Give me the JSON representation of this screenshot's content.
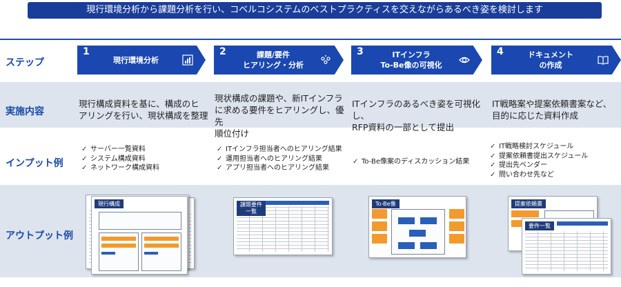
{
  "banner": "現行環境分析から課題分析を行い、コベルコシステムのベストプラクティスを交えながらあるべき姿を検討します",
  "rows": {
    "step": "ステップ",
    "impl": "実施内容",
    "input": "インプット例",
    "output": "アウトプット例"
  },
  "steps": [
    {
      "num": "1",
      "title_line1": "現行環境分析",
      "title_line2": "",
      "icon": "bar-chart-icon"
    },
    {
      "num": "2",
      "title_line1": "課題/要件",
      "title_line2": "ヒアリング・分析",
      "icon": "people-discussion-icon"
    },
    {
      "num": "3",
      "title_line1": "ITインフラ",
      "title_line2": "To-Be像の可視化",
      "icon": "eye-icon"
    },
    {
      "num": "4",
      "title_line1": "ドキュメント",
      "title_line2": "の作成",
      "icon": "book-icon"
    }
  ],
  "impl": [
    {
      "line1": "現行構成資料を基に、構成のヒ",
      "line2": "アリングを行い、現状構成を整理",
      "line3": ""
    },
    {
      "line1": "現状構成の課題や、新ITインフラ",
      "line2": "に求める要件をヒアリングし、優先",
      "line3": "順位付け"
    },
    {
      "line1": "ITインフラのあるべき姿を可視化し、",
      "line2": "RFP資料の一部として提出",
      "line3": ""
    },
    {
      "line1": "IT戦略案や提案依頼書案など、",
      "line2": "目的に応じた資料作成",
      "line3": ""
    }
  ],
  "inputs": [
    [
      "サーバー一覧資料",
      "システム構成資料",
      "ネットワーク構成資料"
    ],
    [
      "ITインフラ担当者へのヒアリング結果",
      "運用担当者へのヒアリング結果",
      "アプリ担当者へのヒアリング結果"
    ],
    [
      "To-Be像案のディスカッション結果"
    ],
    [
      "IT戦略検討スケジュール",
      "提案依頼書提出スケジュール",
      "提出先ベンダー",
      "問い合わせ先など"
    ]
  ],
  "outputs": {
    "o1": "現行構成",
    "o2_line1": "課題要件",
    "o2_line2": "一覧",
    "o3": "To-Be像",
    "o4a": "提案依頼書",
    "o4b": "要件一覧"
  },
  "colors": {
    "navy": "#1a3d99",
    "chevron": "#1a48b0",
    "label": "#1a4aa8",
    "band": "#dde4ee",
    "orange": "#f39a2e"
  }
}
